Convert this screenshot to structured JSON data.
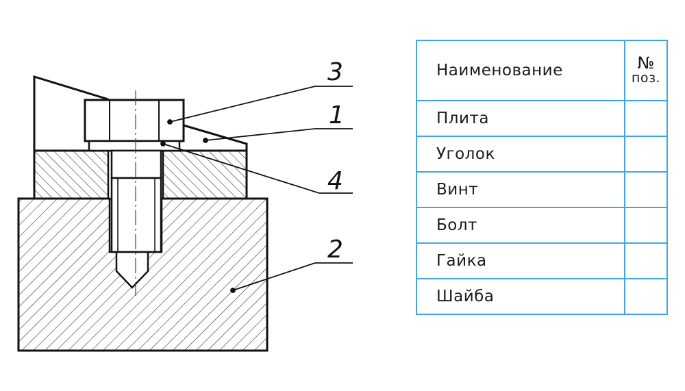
{
  "callouts": [
    {
      "id": "3",
      "label": "3"
    },
    {
      "id": "1",
      "label": "1"
    },
    {
      "id": "4",
      "label": "4"
    },
    {
      "id": "2",
      "label": "2"
    }
  ],
  "table": {
    "header_name": "Наименование",
    "header_pos_sign": "№",
    "header_pos_abbr": "поз.",
    "rows": [
      {
        "name": "Плита",
        "pos": ""
      },
      {
        "name": "Уголок",
        "pos": ""
      },
      {
        "name": "Винт",
        "pos": ""
      },
      {
        "name": "Болт",
        "pos": ""
      },
      {
        "name": "Гайка",
        "pos": ""
      },
      {
        "name": "Шайба",
        "pos": ""
      }
    ]
  },
  "colors": {
    "table_border": "#3fa7df",
    "line": "#111111"
  }
}
